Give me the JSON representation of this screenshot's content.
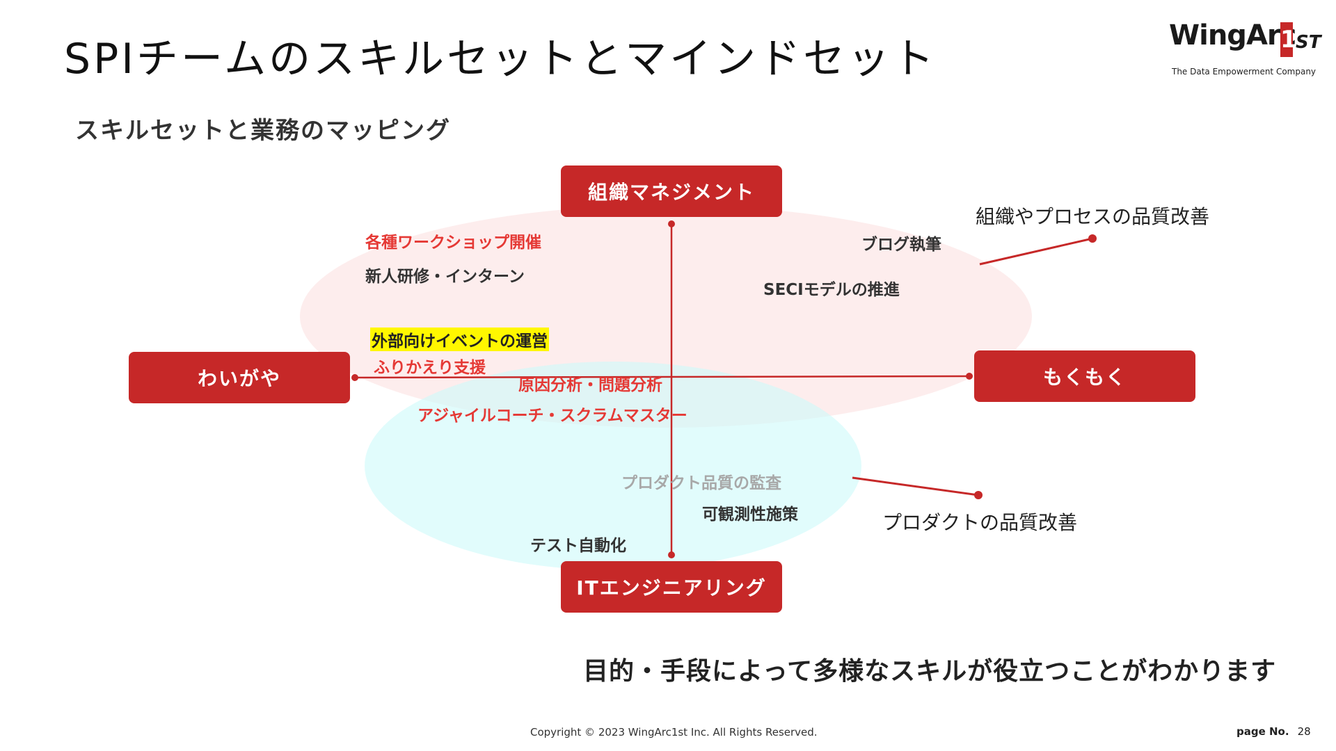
{
  "title": "SPIチームのスキルセットとマインドセット",
  "subtitle": "スキルセットと業務のマッピング",
  "logo": {
    "word": "WingArc",
    "one": "1",
    "st": "ST",
    "tagline": "The Data Empowerment Company"
  },
  "axes": {
    "top": "組織マネジメント",
    "bottom": "ITエンジニアリング",
    "left": "わいがや",
    "right": "もくもく"
  },
  "items": [
    "各種ワークショップ開催",
    "新人研修・インターン",
    "外部向けイベントの運営",
    "ふりかえり支援",
    "原因分析・問題分析",
    "アジャイルコーチ・スクラムマスター",
    "ブログ執筆",
    "SECIモデルの推進",
    "プロダクト品質の監査",
    "可観測性施策",
    "テスト自動化"
  ],
  "annotations": {
    "org": "組織やプロセスの品質改善",
    "product": "プロダクトの品質改善"
  },
  "conclusion": "目的・手段によって多様なスキルが役立つことがわかります",
  "footer": {
    "copyright": "Copyright © 2023 WingArc1st Inc.  All Rights Reserved.",
    "page_label": "page No.",
    "page_number": "28"
  },
  "colors": {
    "accent": "#c62828",
    "item_red": "#e53935",
    "highlight": "#fff700"
  }
}
